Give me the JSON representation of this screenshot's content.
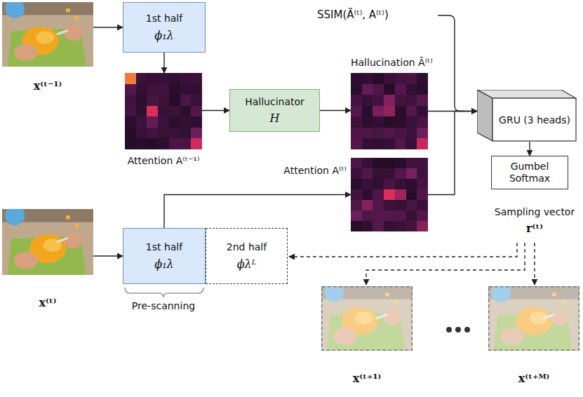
{
  "diagram": {
    "nodes": [
      {
        "text": [
          "x⁽ᵗ⁻¹⁾"
        ]
      },
      {
        "text": [
          "1st half",
          "ϕ₁λ"
        ]
      },
      {
        "text": [
          "Attention A⁽ᵗ⁻¹⁾"
        ]
      },
      {
        "text": [
          "Hallucinator",
          "H"
        ]
      },
      {
        "text": [
          "Hallucination Ã⁽ᵗ⁾"
        ]
      },
      {
        "text": [
          "Attention A⁽ᵗ⁾"
        ]
      },
      {
        "text": [
          "GRU (3 heads)"
        ]
      },
      {
        "text": [
          "Gumbel Softmax"
        ]
      },
      {
        "text": [
          "x⁽ᵗ⁾"
        ]
      },
      {
        "text": [
          "1st half",
          "ϕ₁λ"
        ]
      },
      {
        "text": [
          "2nd half",
          "ϕλᴸ"
        ]
      },
      {
        "text": [
          "x⁽ᵗ⁺¹⁾"
        ]
      },
      {
        "text": [
          "x⁽ᵗ⁺ᴹ⁾"
        ]
      }
    ],
    "edges": [
      {
        "from": 0,
        "to": 1,
        "arrow": "to"
      },
      {
        "from": 1,
        "to": 2,
        "arrow": "to"
      },
      {
        "from": 2,
        "to": 3,
        "arrow": "to"
      },
      {
        "from": 3,
        "to": 4,
        "arrow": "to"
      },
      {
        "from": 4,
        "to": 6,
        "arrow": "to"
      },
      {
        "from": 5,
        "to": 6,
        "arrow": "to"
      },
      {
        "from": 6,
        "to": 7,
        "arrow": "to"
      },
      {
        "from": 8,
        "to": 9,
        "arrow": "to"
      },
      {
        "from": 9,
        "to": 5,
        "arrow": "to"
      }
    ],
    "labels": [
      "SSIM(Ã⁽ᵗ⁾, A⁽ᵗ⁾)",
      "Sampling vector",
      "r⁽ᵗ⁾",
      "Pre-scanning"
    ]
  }
}
